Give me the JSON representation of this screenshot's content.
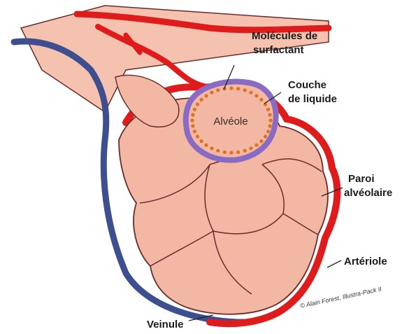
{
  "labels": {
    "surfactant": [
      "Molécules de",
      "surfactant"
    ],
    "liquid": [
      "Couche",
      "de liquide"
    ],
    "alveolus": "Alvéole",
    "wall": [
      "Paroi",
      "alvéolaire"
    ],
    "arteriole": "Artériole",
    "venule": "Veinule",
    "copyright": "© Alain Forest, Illustra-Pack II"
  },
  "colors": {
    "tissue": "#f2b8a4",
    "tissue_outline": "#6b2a2a",
    "artery": "#e01b1b",
    "vein": "#3d4f8f",
    "liquid_layer": "#8a6bc4",
    "surfactant_dots": "#e0701e"
  }
}
